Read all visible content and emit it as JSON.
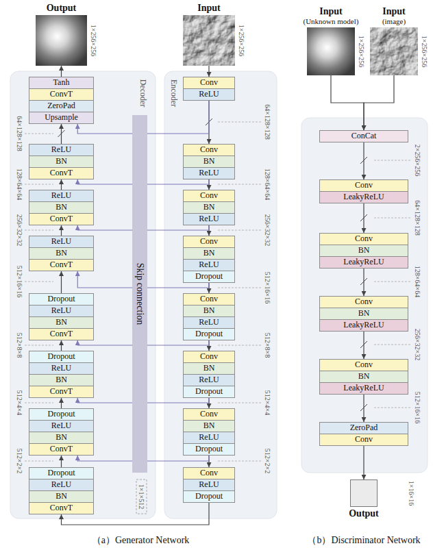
{
  "diagram": {
    "nodes": [
      {
        "text": [
          "Output"
        ]
      },
      {
        "text": [
          "Input"
        ]
      },
      {
        "text": [
          "Input",
          "(Unknown model)"
        ]
      },
      {
        "text": [
          "Input",
          "(image)"
        ]
      },
      {
        "text": [
          "Decoder"
        ]
      },
      {
        "text": [
          "Tanh"
        ],
        "in": 4
      },
      {
        "text": [
          "ConvT"
        ],
        "in": 4
      },
      {
        "text": [
          "ZeroPad"
        ],
        "in": 4
      },
      {
        "text": [
          "Upsample"
        ],
        "in": 4
      },
      {
        "text": [
          "ReLU"
        ],
        "in": 4
      },
      {
        "text": [
          "BN"
        ],
        "in": 4
      },
      {
        "text": [
          "ConvT"
        ],
        "in": 4
      },
      {
        "text": [
          "ReLU"
        ],
        "in": 4
      },
      {
        "text": [
          "BN"
        ],
        "in": 4
      },
      {
        "text": [
          "ConvT"
        ],
        "in": 4
      },
      {
        "text": [
          "ReLU"
        ],
        "in": 4
      },
      {
        "text": [
          "BN"
        ],
        "in": 4
      },
      {
        "text": [
          "ConvT"
        ],
        "in": 4
      },
      {
        "text": [
          "Dropout"
        ],
        "in": 4
      },
      {
        "text": [
          "ReLU"
        ],
        "in": 4
      },
      {
        "text": [
          "BN"
        ],
        "in": 4
      },
      {
        "text": [
          "ConvT"
        ],
        "in": 4
      },
      {
        "text": [
          "Dropout"
        ],
        "in": 4
      },
      {
        "text": [
          "ReLU"
        ],
        "in": 4
      },
      {
        "text": [
          "BN"
        ],
        "in": 4
      },
      {
        "text": [
          "ConvT"
        ],
        "in": 4
      },
      {
        "text": [
          "Dropout"
        ],
        "in": 4
      },
      {
        "text": [
          "ReLU"
        ],
        "in": 4
      },
      {
        "text": [
          "BN"
        ],
        "in": 4
      },
      {
        "text": [
          "ConvT"
        ],
        "in": 4
      },
      {
        "text": [
          "Dropout"
        ],
        "in": 4
      },
      {
        "text": [
          "ReLU"
        ],
        "in": 4
      },
      {
        "text": [
          "BN"
        ],
        "in": 4
      },
      {
        "text": [
          "ConvT"
        ],
        "in": 4
      },
      {
        "text": [
          "Skip connection"
        ]
      },
      {
        "text": [
          "Encoder"
        ]
      },
      {
        "text": [
          "Conv"
        ],
        "in": 35
      },
      {
        "text": [
          "ReLU"
        ],
        "in": 35
      },
      {
        "text": [
          "Conv"
        ],
        "in": 35
      },
      {
        "text": [
          "BN"
        ],
        "in": 35
      },
      {
        "text": [
          "ReLU"
        ],
        "in": 35
      },
      {
        "text": [
          "Conv"
        ],
        "in": 35
      },
      {
        "text": [
          "BN"
        ],
        "in": 35
      },
      {
        "text": [
          "ReLU"
        ],
        "in": 35
      },
      {
        "text": [
          "Conv"
        ],
        "in": 35
      },
      {
        "text": [
          "BN"
        ],
        "in": 35
      },
      {
        "text": [
          "ReLU"
        ],
        "in": 35
      },
      {
        "text": [
          "Dropout"
        ],
        "in": 35
      },
      {
        "text": [
          "Conv"
        ],
        "in": 35
      },
      {
        "text": [
          "BN"
        ],
        "in": 35
      },
      {
        "text": [
          "ReLU"
        ],
        "in": 35
      },
      {
        "text": [
          "Dropout"
        ],
        "in": 35
      },
      {
        "text": [
          "Conv"
        ],
        "in": 35
      },
      {
        "text": [
          "BN"
        ],
        "in": 35
      },
      {
        "text": [
          "ReLU"
        ],
        "in": 35
      },
      {
        "text": [
          "Dropout"
        ],
        "in": 35
      },
      {
        "text": [
          "Conv"
        ],
        "in": 35
      },
      {
        "text": [
          "BN"
        ],
        "in": 35
      },
      {
        "text": [
          "ReLU"
        ],
        "in": 35
      },
      {
        "text": [
          "Dropout"
        ],
        "in": 35
      },
      {
        "text": [
          "Conv"
        ],
        "in": 35
      },
      {
        "text": [
          "ReLU"
        ],
        "in": 35
      },
      {
        "text": [
          "Dropout"
        ],
        "in": 35
      },
      {
        "text": [
          "ConCat"
        ]
      },
      {
        "text": [
          "Conv"
        ]
      },
      {
        "text": [
          "LeakyReLU"
        ]
      },
      {
        "text": [
          "Conv"
        ]
      },
      {
        "text": [
          "BN"
        ]
      },
      {
        "text": [
          "LeakyReLU"
        ]
      },
      {
        "text": [
          "Conv"
        ]
      },
      {
        "text": [
          "BN"
        ]
      },
      {
        "text": [
          "LeakyReLU"
        ]
      },
      {
        "text": [
          "Conv"
        ]
      },
      {
        "text": [
          "BN"
        ]
      },
      {
        "text": [
          "LeakyReLU"
        ]
      },
      {
        "text": [
          "ZeroPad"
        ]
      },
      {
        "text": [
          "Conv"
        ]
      },
      {
        "text": [
          "Output"
        ]
      }
    ],
    "edges": [
      {
        "from": 1,
        "to": 36,
        "arrow": "to"
      },
      {
        "from": 37,
        "to": 38,
        "arrow": "to"
      },
      {
        "from": 40,
        "to": 41,
        "arrow": "to"
      },
      {
        "from": 43,
        "to": 44,
        "arrow": "to"
      },
      {
        "from": 47,
        "to": 48,
        "arrow": "to"
      },
      {
        "from": 51,
        "to": 52,
        "arrow": "to"
      },
      {
        "from": 55,
        "to": 56,
        "arrow": "to"
      },
      {
        "from": 59,
        "to": 60,
        "arrow": "to"
      },
      {
        "from": 62,
        "to": 33,
        "arrow": "to"
      },
      {
        "from": 30,
        "to": 29,
        "arrow": "to"
      },
      {
        "from": 26,
        "to": 25,
        "arrow": "to"
      },
      {
        "from": 22,
        "to": 21,
        "arrow": "to"
      },
      {
        "from": 18,
        "to": 17,
        "arrow": "to"
      },
      {
        "from": 15,
        "to": 14,
        "arrow": "to"
      },
      {
        "from": 12,
        "to": 11,
        "arrow": "to"
      },
      {
        "from": 9,
        "to": 8,
        "arrow": "to"
      },
      {
        "from": 5,
        "to": 0,
        "arrow": "to"
      },
      {
        "from": 37,
        "to": 8,
        "arrow": "to"
      },
      {
        "from": 40,
        "to": 11,
        "arrow": "to"
      },
      {
        "from": 43,
        "to": 14,
        "arrow": "to"
      },
      {
        "from": 47,
        "to": 17,
        "arrow": "to"
      },
      {
        "from": 51,
        "to": 21,
        "arrow": "to"
      },
      {
        "from": 55,
        "to": 25,
        "arrow": "to"
      },
      {
        "from": 59,
        "to": 29,
        "arrow": "to"
      },
      {
        "from": 2,
        "to": 63,
        "arrow": "to"
      },
      {
        "from": 3,
        "to": 63,
        "arrow": "to"
      },
      {
        "from": 63,
        "to": 64,
        "arrow": "to"
      },
      {
        "from": 65,
        "to": 66,
        "arrow": "to"
      },
      {
        "from": 68,
        "to": 69,
        "arrow": "to"
      },
      {
        "from": 71,
        "to": 72,
        "arrow": "to"
      },
      {
        "from": 74,
        "to": 75,
        "arrow": "to"
      },
      {
        "from": 76,
        "to": 77,
        "arrow": "to"
      }
    ],
    "labels": [
      "1×256×256",
      "1×256×256",
      "1×256×256",
      "1×256×256",
      "64×128×128",
      "128×64×64",
      "256×32×32",
      "512×16×16",
      "512×8×8",
      "512×4×4",
      "512×2×2",
      "64×128×128",
      "128×64×64",
      "256×32×32",
      "512×16×16",
      "512×8×8",
      "512×4×4",
      "512×2×2",
      "1×1×512",
      "2×256×256",
      "64×128×128",
      "128×64×64",
      "256×32×32",
      "512×16×16",
      "1×16×16",
      "（a）Generator Network",
      "（b）Discriminator Network"
    ]
  }
}
